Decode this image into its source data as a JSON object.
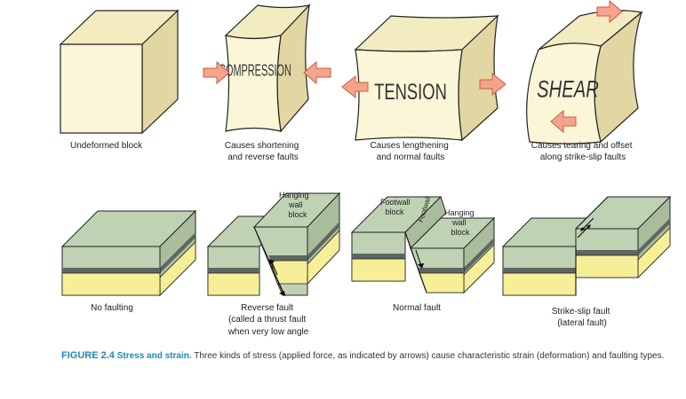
{
  "top_row": {
    "block_labels": [
      [
        "Undeformed block"
      ],
      [
        "Causes shortening",
        "and reverse faults"
      ],
      [
        "Causes lengthening",
        "and normal faults"
      ],
      [
        "Causes tearing and offset",
        "along strike-slip faults"
      ]
    ],
    "stress_words": [
      "COMPRESSION",
      "TENSION",
      "SHEAR"
    ]
  },
  "bottom_row": {
    "block_labels": [
      [
        "No faulting"
      ],
      [
        "Reverse fault",
        "(called a thrust fault",
        "when very low angle"
      ],
      [
        "Normal fault"
      ],
      [
        "Strike-slip fault",
        "(lateral fault)"
      ]
    ],
    "inline_labels": {
      "reverse_hanging": [
        "Hanging",
        "wall",
        "block"
      ],
      "normal_footwall_block": [
        "Footwall",
        "block"
      ],
      "normal_footwall": "Footwall",
      "normal_hanging": [
        "Hanging",
        "wall",
        "block"
      ]
    }
  },
  "caption": {
    "figure_label": "FIGURE 2.4",
    "title": "Stress and strain.",
    "text": "Three kinds of stress (applied force, as indicated by arrows) cause characteristic strain (deformation) and faulting types."
  },
  "colors": {
    "block_front": "#fbf6d8",
    "block_top": "#f3ecc0",
    "block_side": "#e2d7a3",
    "green_top": "#bfd3b4",
    "green_side": "#a9bd9c",
    "yellow_layer": "#f6ef98",
    "dark_layer": "#5f6661",
    "arrow_fill": "#f3a48c",
    "arrow_stroke": "#cf5a3c",
    "caption_blue": "#1e88b8"
  }
}
